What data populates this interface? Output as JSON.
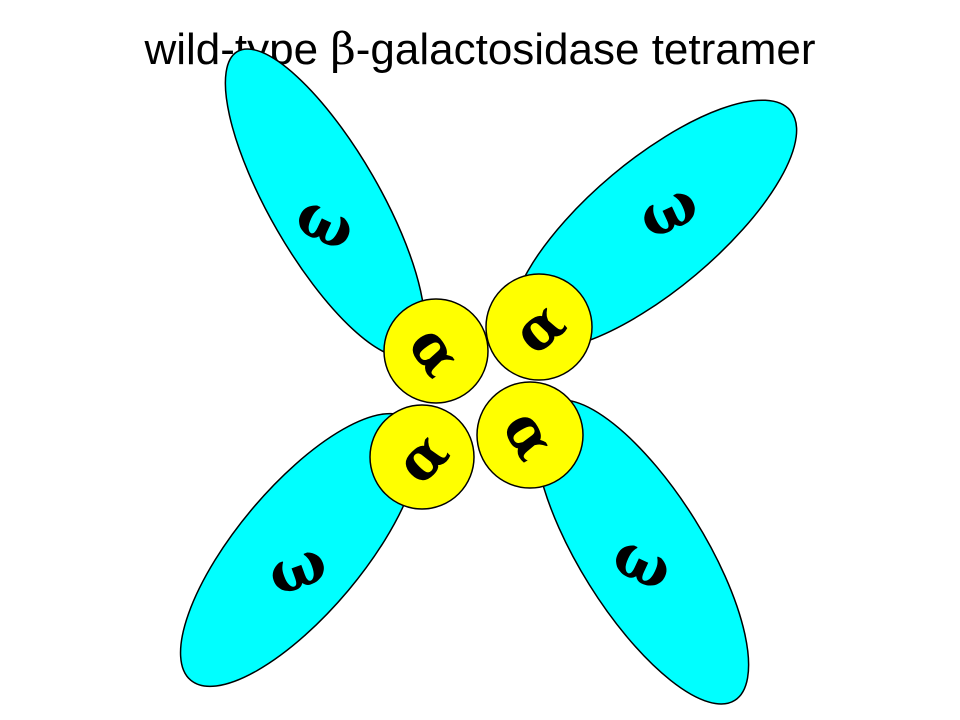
{
  "title": {
    "prefix": "wild-type ",
    "symbol": "β",
    "suffix": "-galactosidase tetramer"
  },
  "diagram": {
    "domain_colors": {
      "omega_fill": "#00ffff",
      "alpha_fill": "#ffff00",
      "outline": "#000000"
    },
    "omega_domains": [
      {
        "id": "top-left",
        "label": "ω"
      },
      {
        "id": "top-right",
        "label": "ω"
      },
      {
        "id": "bottom-left",
        "label": "ω"
      },
      {
        "id": "bottom-right",
        "label": "ω"
      }
    ],
    "alpha_domains": [
      {
        "id": "upper-left",
        "label": "α"
      },
      {
        "id": "upper-right",
        "label": "α"
      },
      {
        "id": "lower-left",
        "label": "α"
      },
      {
        "id": "lower-right",
        "label": "α"
      }
    ]
  }
}
